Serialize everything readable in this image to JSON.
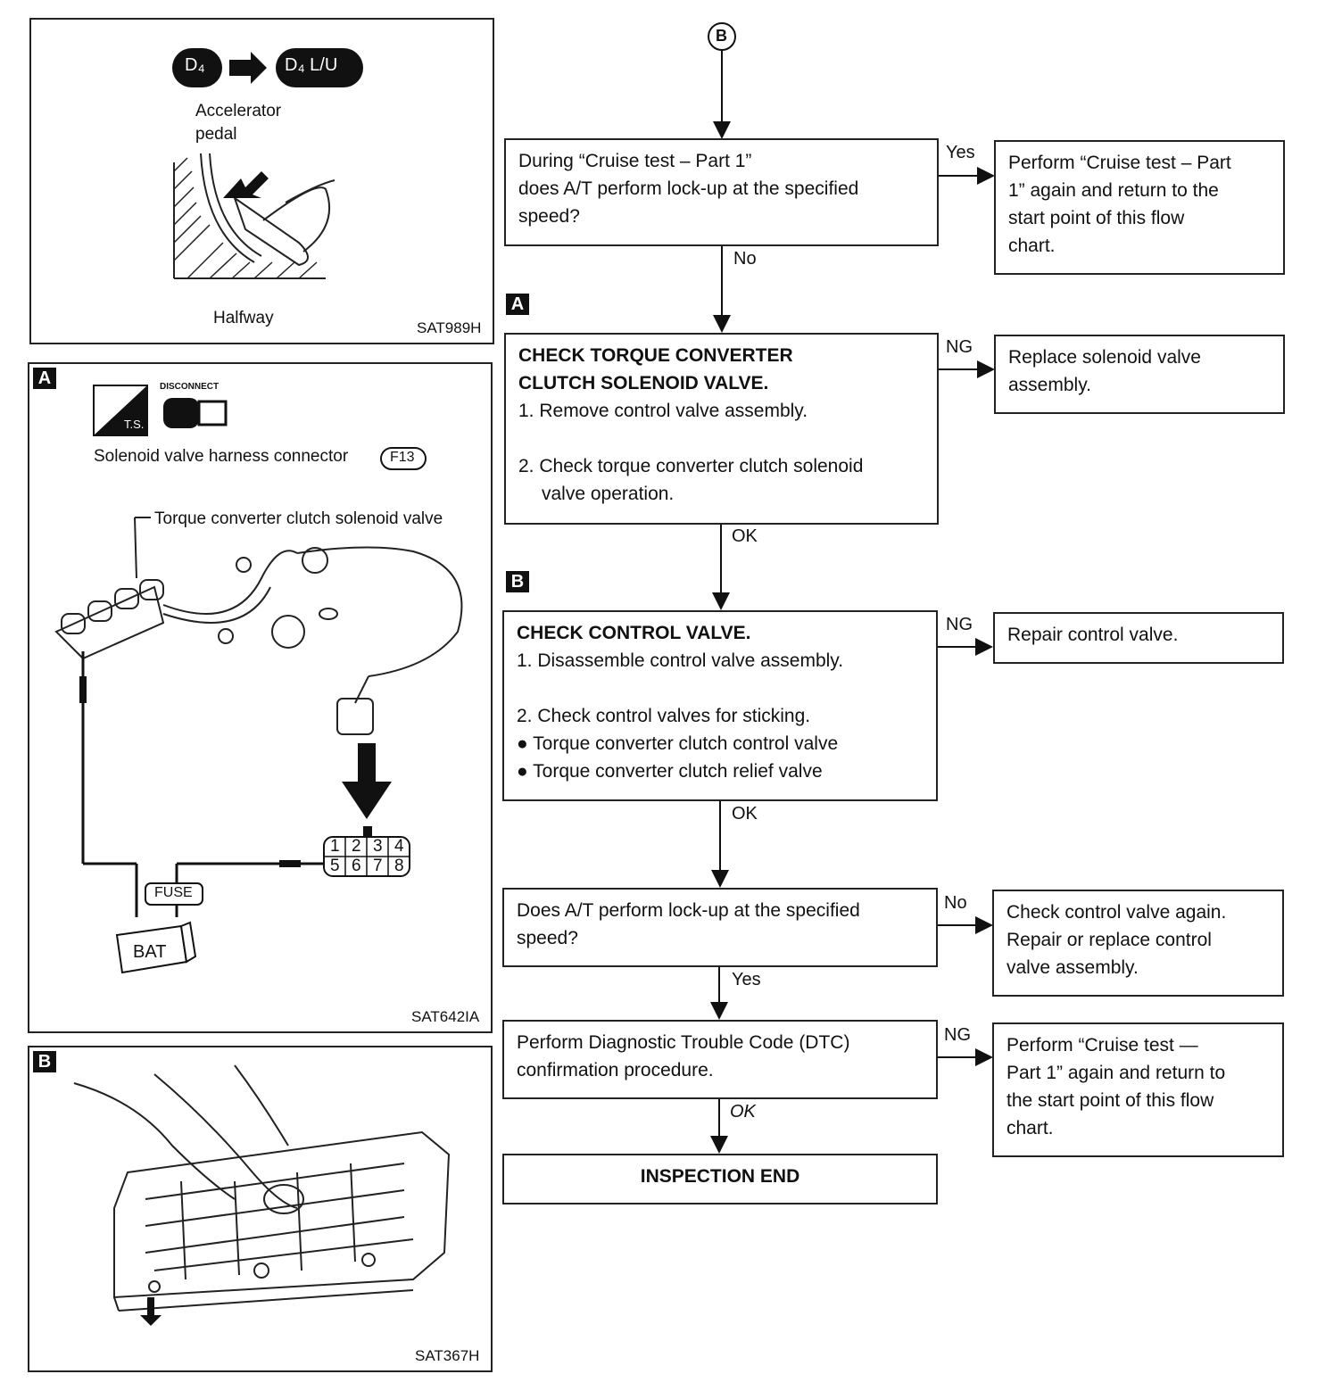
{
  "panel1": {
    "d4_label": "D₄",
    "d4lu_label": "D₄ L/U",
    "pedal_line1": "Accelerator",
    "pedal_line2": "pedal",
    "halfway": "Halfway",
    "code": "SAT989H"
  },
  "panel2": {
    "tag": "A",
    "ts_label": "T.S.",
    "disconnect": "DISCONNECT",
    "connector_label": "Solenoid valve harness connector",
    "connector_id": "F13",
    "valve_label": "Torque converter clutch solenoid valve",
    "pins_top": [
      "1",
      "2",
      "3",
      "4"
    ],
    "pins_bottom": [
      "5",
      "6",
      "7",
      "8"
    ],
    "fuse": "FUSE",
    "bat": "BAT",
    "code": "SAT642IA"
  },
  "panel3": {
    "tag": "B",
    "code": "SAT367H"
  },
  "flow": {
    "start": "B",
    "q1": {
      "line1": "During “Cruise test – Part 1”",
      "line2": "does A/T perform lock-up at the specified",
      "line3": "speed?"
    },
    "yes1": "Yes",
    "no1": "No",
    "r1": {
      "line1": "Perform “Cruise test – Part",
      "line2": "1” again and return to the",
      "line3": "start point of this flow",
      "line4": "chart."
    },
    "tag_a": "A",
    "s1": {
      "title1": "CHECK TORQUE CONVERTER",
      "title2": "CLUTCH SOLENOID VALVE.",
      "step1": "1. Remove control valve assembly.",
      "step2a": "2. Check torque converter clutch solenoid",
      "step2b": "valve operation."
    },
    "ng1": "NG",
    "r2": {
      "line1": "Replace solenoid valve",
      "line2": "assembly."
    },
    "ok1": "OK",
    "tag_b": "B",
    "s2": {
      "title": "CHECK CONTROL VALVE.",
      "step1": "1. Disassemble control valve assembly.",
      "step2": "2. Check control valves for sticking.",
      "bullet1": "Torque converter clutch control valve",
      "bullet2": "Torque converter clutch relief valve"
    },
    "ng2": "NG",
    "r3": {
      "line1": "Repair control valve."
    },
    "ok2": "OK",
    "q2": {
      "line1": "Does A/T perform lock-up at the specified",
      "line2": "speed?"
    },
    "no2": "No",
    "r4": {
      "line1": "Check control valve again.",
      "line2": "Repair or replace control",
      "line3": "valve assembly."
    },
    "yes2": "Yes",
    "s3": {
      "line1": "Perform Diagnostic Trouble Code (DTC)",
      "line2": "confirmation procedure."
    },
    "ng3": "NG",
    "r5": {
      "line1": "Perform “Cruise test —",
      "line2": "Part 1” again and return to",
      "line3": "the start point of this flow",
      "line4": "chart."
    },
    "ok3": "OK",
    "end": "INSPECTION END"
  }
}
